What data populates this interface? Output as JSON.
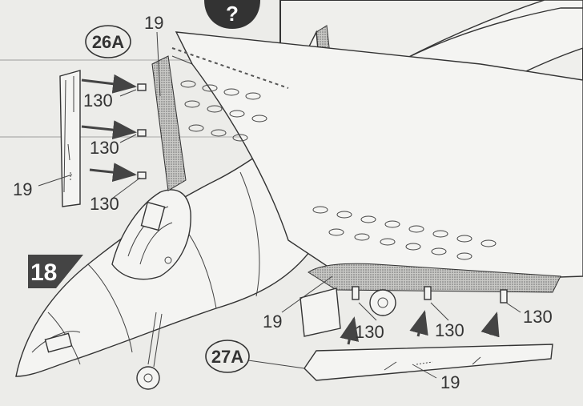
{
  "help_badge": {
    "glyph": "?"
  },
  "step": {
    "number": "18"
  },
  "callouts": {
    "part_26a": "26A",
    "part_27a": "27A"
  },
  "labels": {
    "l19_top": "19",
    "l130_a": "130",
    "l130_b": "130",
    "l19_left": "19",
    "l130_c": "130",
    "l19_mid": "19",
    "l130_d": "130",
    "l130_e": "130",
    "l130_f": "130",
    "l19_bottom": "19"
  },
  "colors": {
    "paper": "#ecece9",
    "ink": "#333333",
    "step_badge": "#444444",
    "shading": "#9a9a9a"
  }
}
